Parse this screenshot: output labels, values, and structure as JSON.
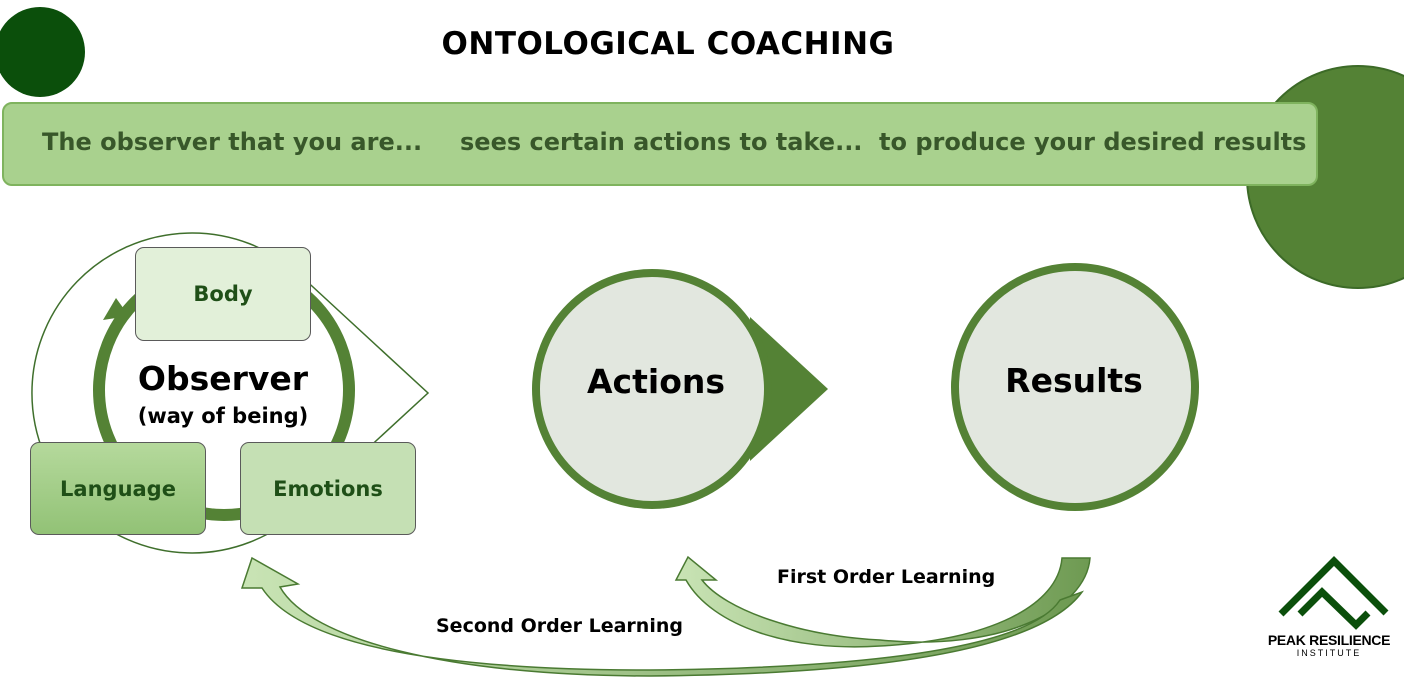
{
  "title": "ONTOLOGICAL COACHING",
  "banner": {
    "observer": "The observer that you are...",
    "actions": "sees certain actions to take...",
    "results": "to produce your desired results"
  },
  "observer": {
    "label": "Observer",
    "sublabel": "(way of being)",
    "components": [
      "Body",
      "Language",
      "Emotions"
    ]
  },
  "actions_label": "Actions",
  "results_label": "Results",
  "learning": {
    "first_order": "First Order Learning",
    "second_order": "Second Order Learning"
  },
  "logo": {
    "name": "PEAK RESILIENCE",
    "sub": "INSTITUTE"
  },
  "colors": {
    "dark_green": "#0b4f0b",
    "mid_green": "#548235",
    "banner_green": "#a9d18e",
    "circle_fill": "#e2e7df",
    "text_green": "#38572a"
  }
}
